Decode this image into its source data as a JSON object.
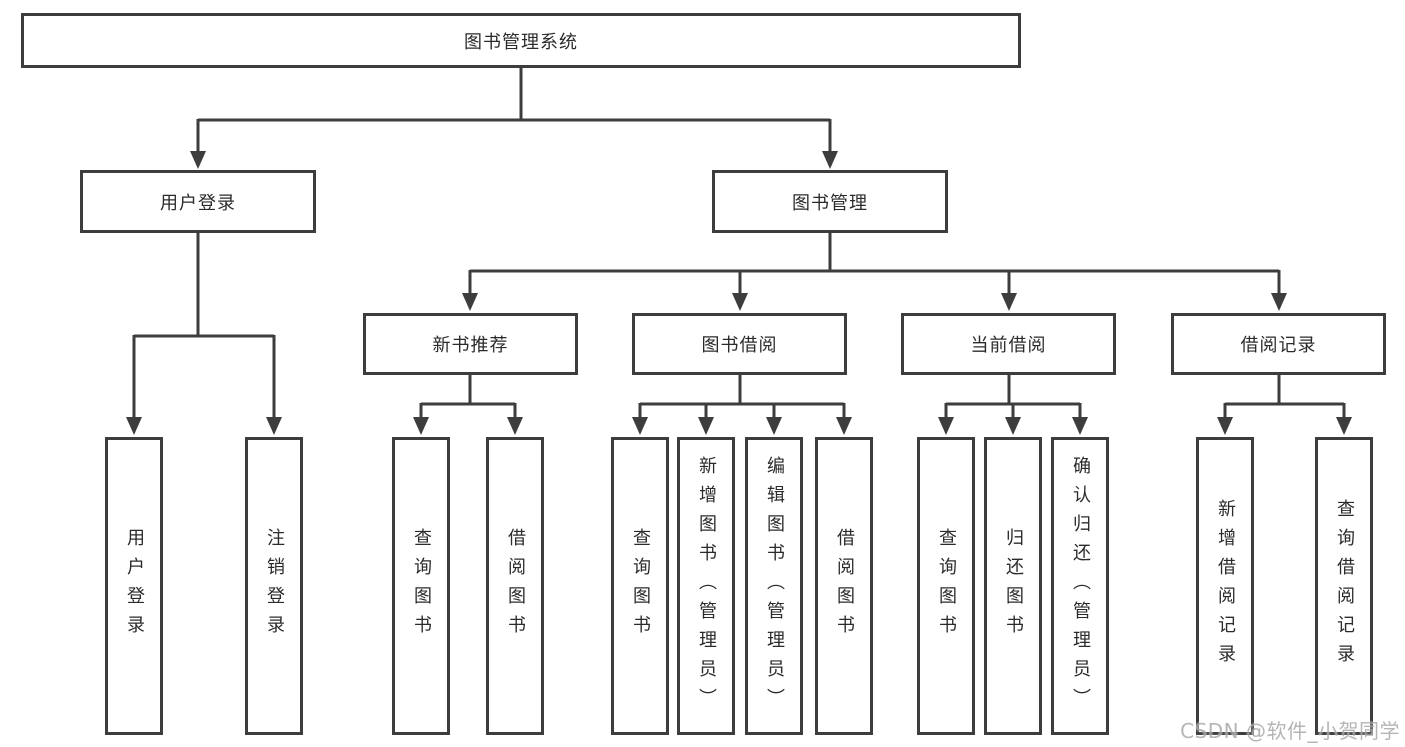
{
  "diagram": {
    "root": {
      "label": "图书管理系统"
    },
    "children": [
      {
        "id": "user-login",
        "label": "用户登录",
        "children": [
          {
            "label": "用户登录"
          },
          {
            "label": "注销登录"
          }
        ]
      },
      {
        "id": "book-management",
        "label": "图书管理",
        "children": [
          {
            "id": "new-book-recommend",
            "label": "新书推荐",
            "children": [
              {
                "label": "查询图书"
              },
              {
                "label": "借阅图书"
              }
            ]
          },
          {
            "id": "book-borrow",
            "label": "图书借阅",
            "children": [
              {
                "label": "查询图书"
              },
              {
                "label": "新增图书（管理员）"
              },
              {
                "label": "编辑图书（管理员）"
              },
              {
                "label": "借阅图书"
              }
            ]
          },
          {
            "id": "current-borrow",
            "label": "当前借阅",
            "children": [
              {
                "label": "查询图书"
              },
              {
                "label": "归还图书"
              },
              {
                "label": "确认归还（管理员）"
              }
            ]
          },
          {
            "id": "borrow-records",
            "label": "借阅记录",
            "children": [
              {
                "label": "新增借阅记录"
              },
              {
                "label": "查询借阅记录"
              }
            ]
          }
        ]
      }
    ]
  },
  "watermark": {
    "text": "CSDN @软件_小贺同学"
  },
  "colors": {
    "line": "#3d3d3d",
    "text": "#2b2b2b",
    "watermark": "#a9a9a9",
    "background": "#ffffff"
  }
}
